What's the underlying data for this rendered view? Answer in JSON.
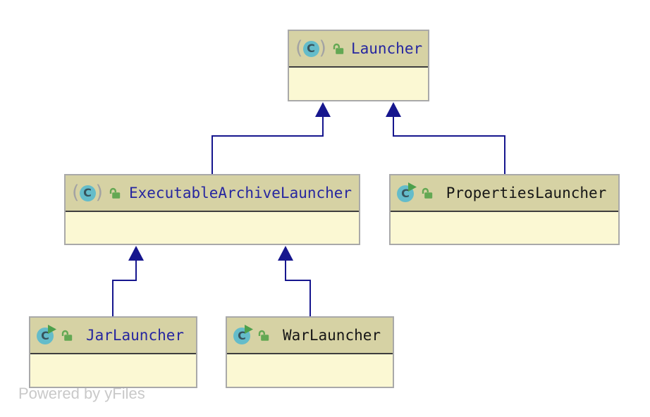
{
  "diagram": {
    "type": "uml-class-diagram",
    "watermark": "Powered by yFiles",
    "nodes": [
      {
        "label": "Launcher",
        "icon": "abstract-class-icon",
        "modifier_icon": "unlocked-padlock-icon",
        "label_color": "#2626a0"
      },
      {
        "label": "ExecutableArchiveLauncher",
        "icon": "abstract-class-icon",
        "modifier_icon": "unlocked-padlock-icon",
        "label_color": "#2626a0"
      },
      {
        "label": "PropertiesLauncher",
        "icon": "runnable-class-icon",
        "modifier_icon": "unlocked-padlock-icon",
        "label_color": "#161616"
      },
      {
        "label": "JarLauncher",
        "icon": "runnable-class-icon",
        "modifier_icon": "unlocked-padlock-icon",
        "label_color": "#2626a0"
      },
      {
        "label": "WarLauncher",
        "icon": "runnable-class-icon",
        "modifier_icon": "unlocked-padlock-icon",
        "label_color": "#161616"
      }
    ],
    "edges": [
      {
        "from": "ExecutableArchiveLauncher",
        "to": "Launcher",
        "type": "inheritance"
      },
      {
        "from": "PropertiesLauncher",
        "to": "Launcher",
        "type": "inheritance"
      },
      {
        "from": "JarLauncher",
        "to": "ExecutableArchiveLauncher",
        "type": "inheritance"
      },
      {
        "from": "WarLauncher",
        "to": "ExecutableArchiveLauncher",
        "type": "inheritance"
      }
    ],
    "colors": {
      "node_header_fill": "#d6d2a4",
      "node_body_fill": "#fbf8d3",
      "node_border": "#a9a9a9",
      "node_divider": "#3e3e3e",
      "edge": "#16168e",
      "class_circle": "#64bcca",
      "class_letter": "#37535c",
      "lock_green": "#63a853",
      "play_green": "#4ca04c",
      "paren_gray": "#a3a3a3",
      "watermark": "#c9c9c9"
    }
  }
}
